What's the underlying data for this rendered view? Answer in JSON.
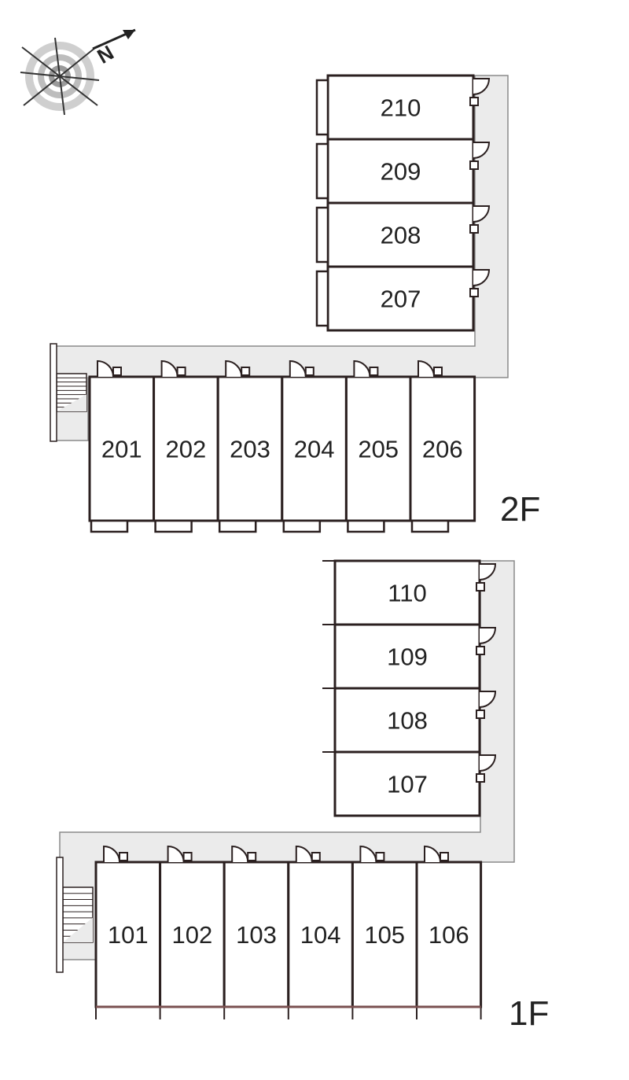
{
  "compass": {
    "north_label": "N"
  },
  "floor2": {
    "label": "2F",
    "rooms_vertical": [
      "210",
      "209",
      "208",
      "207"
    ],
    "rooms_horizontal": [
      "201",
      "202",
      "203",
      "204",
      "205",
      "206"
    ]
  },
  "floor1": {
    "label": "1F",
    "rooms_vertical": [
      "110",
      "109",
      "108",
      "107"
    ],
    "rooms_horizontal": [
      "101",
      "102",
      "103",
      "104",
      "105",
      "106"
    ]
  },
  "colors": {
    "wall": "#2b2020",
    "corridor": "#ebebeb",
    "corridor_edge": "#8a8a8a"
  }
}
